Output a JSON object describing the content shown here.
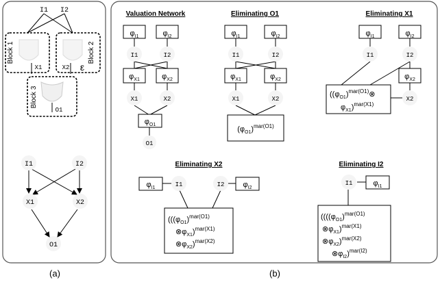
{
  "panel_a": {
    "block_labels": [
      "Block 1",
      "Block 2",
      "Block 3"
    ],
    "epsilon": "ε",
    "inputs": [
      "I1",
      "I2"
    ],
    "block_outputs": [
      "X1",
      "X2"
    ],
    "block3_output": "O1",
    "graph_nodes": {
      "i1": "I1",
      "i2": "I2",
      "x1": "X1",
      "x2": "X2",
      "o1": "O1"
    }
  },
  "panel_b": {
    "valuation": {
      "title": "Valuation Network",
      "phi_i1": "I1",
      "phi_i2": "I2",
      "var_i1": "I1",
      "var_i2": "I2",
      "phi_x1": "X1",
      "phi_x2": "X2",
      "var_x1": "X1",
      "var_x2": "X2",
      "phi_o1": "O1",
      "var_o1": "O1"
    },
    "elim_o1": {
      "title": "Eliminating O1",
      "phi_i1": "I1",
      "phi_i2": "I2",
      "var_i1": "I1",
      "var_i2": "I2",
      "phi_x1": "X1",
      "phi_x2": "X2",
      "var_x1": "X1",
      "var_x2": "X2",
      "result_sub": "O1",
      "result_sup": "mar(O1)"
    },
    "elim_x1": {
      "title": "Eliminating X1",
      "phi_i1": "I1",
      "phi_i2": "I2",
      "var_i1": "I1",
      "var_i2": "I2",
      "phi_x2": "X2",
      "var_x2": "X2",
      "result_line1_sub": "O1",
      "result_line1_sup": "mar(O1)",
      "result_line2_sub": "X1",
      "result_line2_sup": "mar(X1)"
    },
    "elim_x2": {
      "title": "Eliminating X2",
      "phi_i1": "I1",
      "phi_i2": "I2",
      "var_i1": "I1",
      "var_i2": "I2",
      "line1_sub": "O1",
      "line1_sup": "mar(O1)",
      "line2_sub": "X1",
      "line2_sup": "mar(X1)",
      "line3_sub": "X2",
      "line3_sup": "mar(X2)"
    },
    "elim_i2": {
      "title": "Eliminating I2",
      "phi_i1": "I1",
      "var_i1": "I1",
      "line1_sub": "O1",
      "line1_sup": "mar(O1)",
      "line2_sub": "X1",
      "line2_sup": "mar(X1)",
      "line3_sub": "X2",
      "line3_sup": "mar(X2)",
      "line4_sub": "I2",
      "line4_sup": "mar(I2)"
    }
  },
  "symbols": {
    "phi": "φ",
    "otimes": "⊗",
    "open3": "(((",
    "open4": "((((",
    "open2": "((",
    "open1": "(",
    "close": ")"
  },
  "captions": {
    "a": "(a)",
    "b": "(b)"
  }
}
